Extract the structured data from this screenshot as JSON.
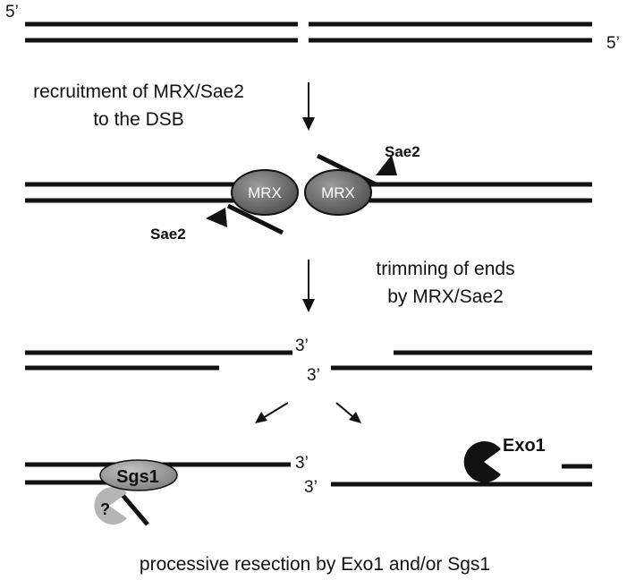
{
  "stage1": {
    "label_5prime_top": "5’",
    "label_5prime_bottom": "5’"
  },
  "step1": {
    "caption_line1": "recruitment of MRX/Sae2",
    "caption_line2": "to the DSB"
  },
  "stage2": {
    "mrx_left": "MRX",
    "mrx_right": "MRX",
    "sae2_top": "Sae2",
    "sae2_bottom": "Sae2"
  },
  "step2": {
    "caption_line1": "trimming of ends",
    "caption_line2": "by MRX/Sae2"
  },
  "stage3": {
    "label_3prime_top": "3’",
    "label_3prime_bottom": "3’"
  },
  "stage4": {
    "left_3prime_top": "3’",
    "left_3prime_bottom": "3’",
    "sgs1": "Sgs1",
    "unknown_nuclease": "?",
    "exo1": "Exo1"
  },
  "footer": {
    "caption": "processive resection by Exo1 and/or Sgs1"
  },
  "colors": {
    "strand": "#111111",
    "mrx_fill": "#6b6b6b",
    "sgs1_fill": "#9a9a9a",
    "unknown_fill": "#b5b5b5",
    "exo1_fill": "#111111"
  }
}
